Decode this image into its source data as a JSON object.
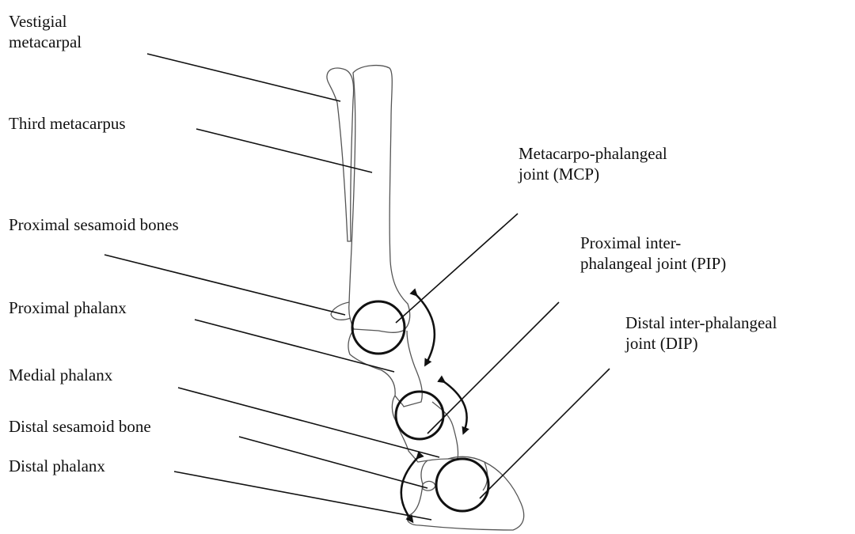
{
  "labels": {
    "vestigial_metacarpal": [
      "Vestigial",
      "metacarpal"
    ],
    "third_metacarpus": [
      "Third metacarpus"
    ],
    "proximal_sesamoid": [
      "Proximal sesamoid bones"
    ],
    "proximal_phalanx": [
      "Proximal phalanx"
    ],
    "medial_phalanx": [
      "Medial phalanx"
    ],
    "distal_sesamoid": [
      "Distal sesamoid bone"
    ],
    "distal_phalanx": [
      "Distal phalanx"
    ],
    "mcp_joint": [
      "Metacarpo-phalangeal",
      "joint (MCP)"
    ],
    "pip_joint": [
      "Proximal inter-",
      "phalangeal joint (PIP)"
    ],
    "dip_joint": [
      "Distal inter-phalangeal",
      "joint (DIP)"
    ]
  },
  "colors": {
    "ink": "#111111",
    "bone_outline": "#555555"
  }
}
